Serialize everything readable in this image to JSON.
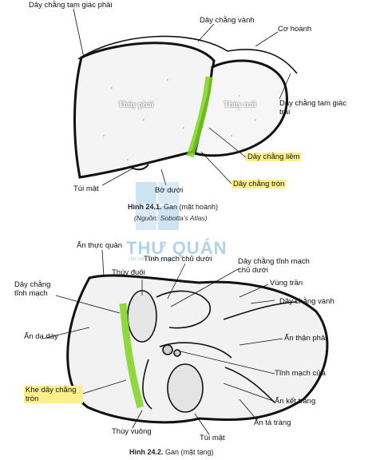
{
  "figure1": {
    "labels": {
      "left_triangular_top": "Dây chằng tam giác phải",
      "coronary": "Dây chằng vành",
      "diaphragm": "Cơ hoành",
      "left_triangular": "Dây chằng tam giác trái",
      "falciform": "Dây chằng liềm",
      "round": "Dây chằng tròn",
      "gallbladder": "Túi mật",
      "inferior_border": "Bờ dưới",
      "right_lobe": "Thùy phải",
      "left_lobe": "Thùy trái"
    },
    "caption_num": "Hình 24.1.",
    "caption_text": " Gan (mặt hoành)",
    "source": "(Nguồn: Sobotta's Atlas)"
  },
  "watermark": {
    "brand": "THƯ QUÁN",
    "tagline": "Thư viện sách y khoa"
  },
  "figure2": {
    "labels": {
      "esophageal": "Ấn thực quản",
      "ivc_ligament": "Tĩnh mạch chủ dưới",
      "ivc_lig_title": "Dây chằng tĩnh mạch chủ dưới",
      "caudate": "Thùy đuôi",
      "ligamentum_venosum": "Dây chằng tĩnh mạch",
      "bare_area": "Vùng trần",
      "coronary": "Dây chằng vành",
      "gastric": "Ấn dạ dày",
      "renal": "Ấn thận phải",
      "portal": "Tĩnh mạch cửa",
      "fissure_round": "Khe dây chằng tròn",
      "colic": "Ấn kết tràng",
      "duodenal": "Ấn tá tràng",
      "quadrate": "Thùy vuông",
      "gallbladder": "Túi mật"
    },
    "caption_num": "Hình 24.2.",
    "caption_text": " Gan (mặt tạng)"
  },
  "colors": {
    "highlight": "#fdf08a",
    "ligament_green": "#7ed321",
    "watermark": "#6fb0d8"
  }
}
